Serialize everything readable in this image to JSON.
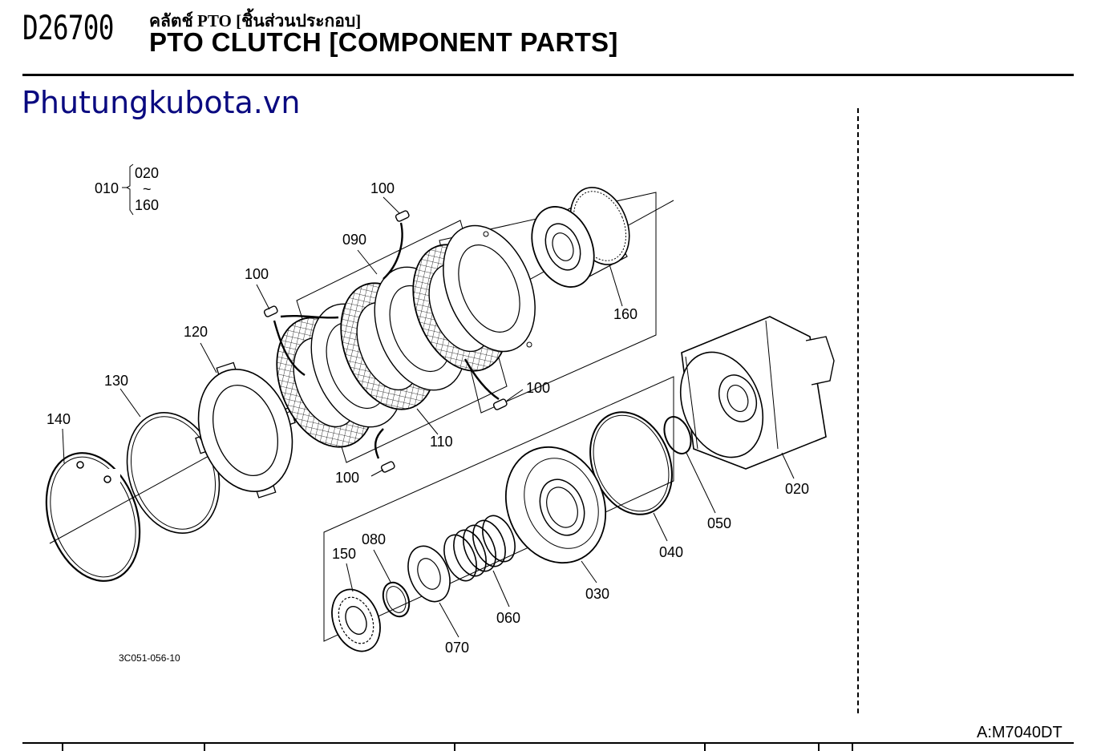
{
  "header": {
    "code": "D26700",
    "title_thai": "คลัตช์ PTO [ชิ้นส่วนประกอบ]",
    "title_en": "PTO CLUTCH [COMPONENT PARTS]"
  },
  "watermark": "Phutungkubota.vn",
  "diagram": {
    "drawing_number": "3C051-056-10",
    "assembly": {
      "label": "010",
      "range_start": "020",
      "range_tilde": "~",
      "range_end": "160"
    },
    "labels": {
      "p020": "020",
      "p030": "030",
      "p040": "040",
      "p050": "050",
      "p060": "060",
      "p070": "070",
      "p080": "080",
      "p090": "090",
      "p100a": "100",
      "p100b": "100",
      "p100c": "100",
      "p100d": "100",
      "p110": "110",
      "p120": "120",
      "p130": "130",
      "p140": "140",
      "p150": "150",
      "p160": "160"
    }
  },
  "footer": {
    "model": "A:M7040DT"
  }
}
